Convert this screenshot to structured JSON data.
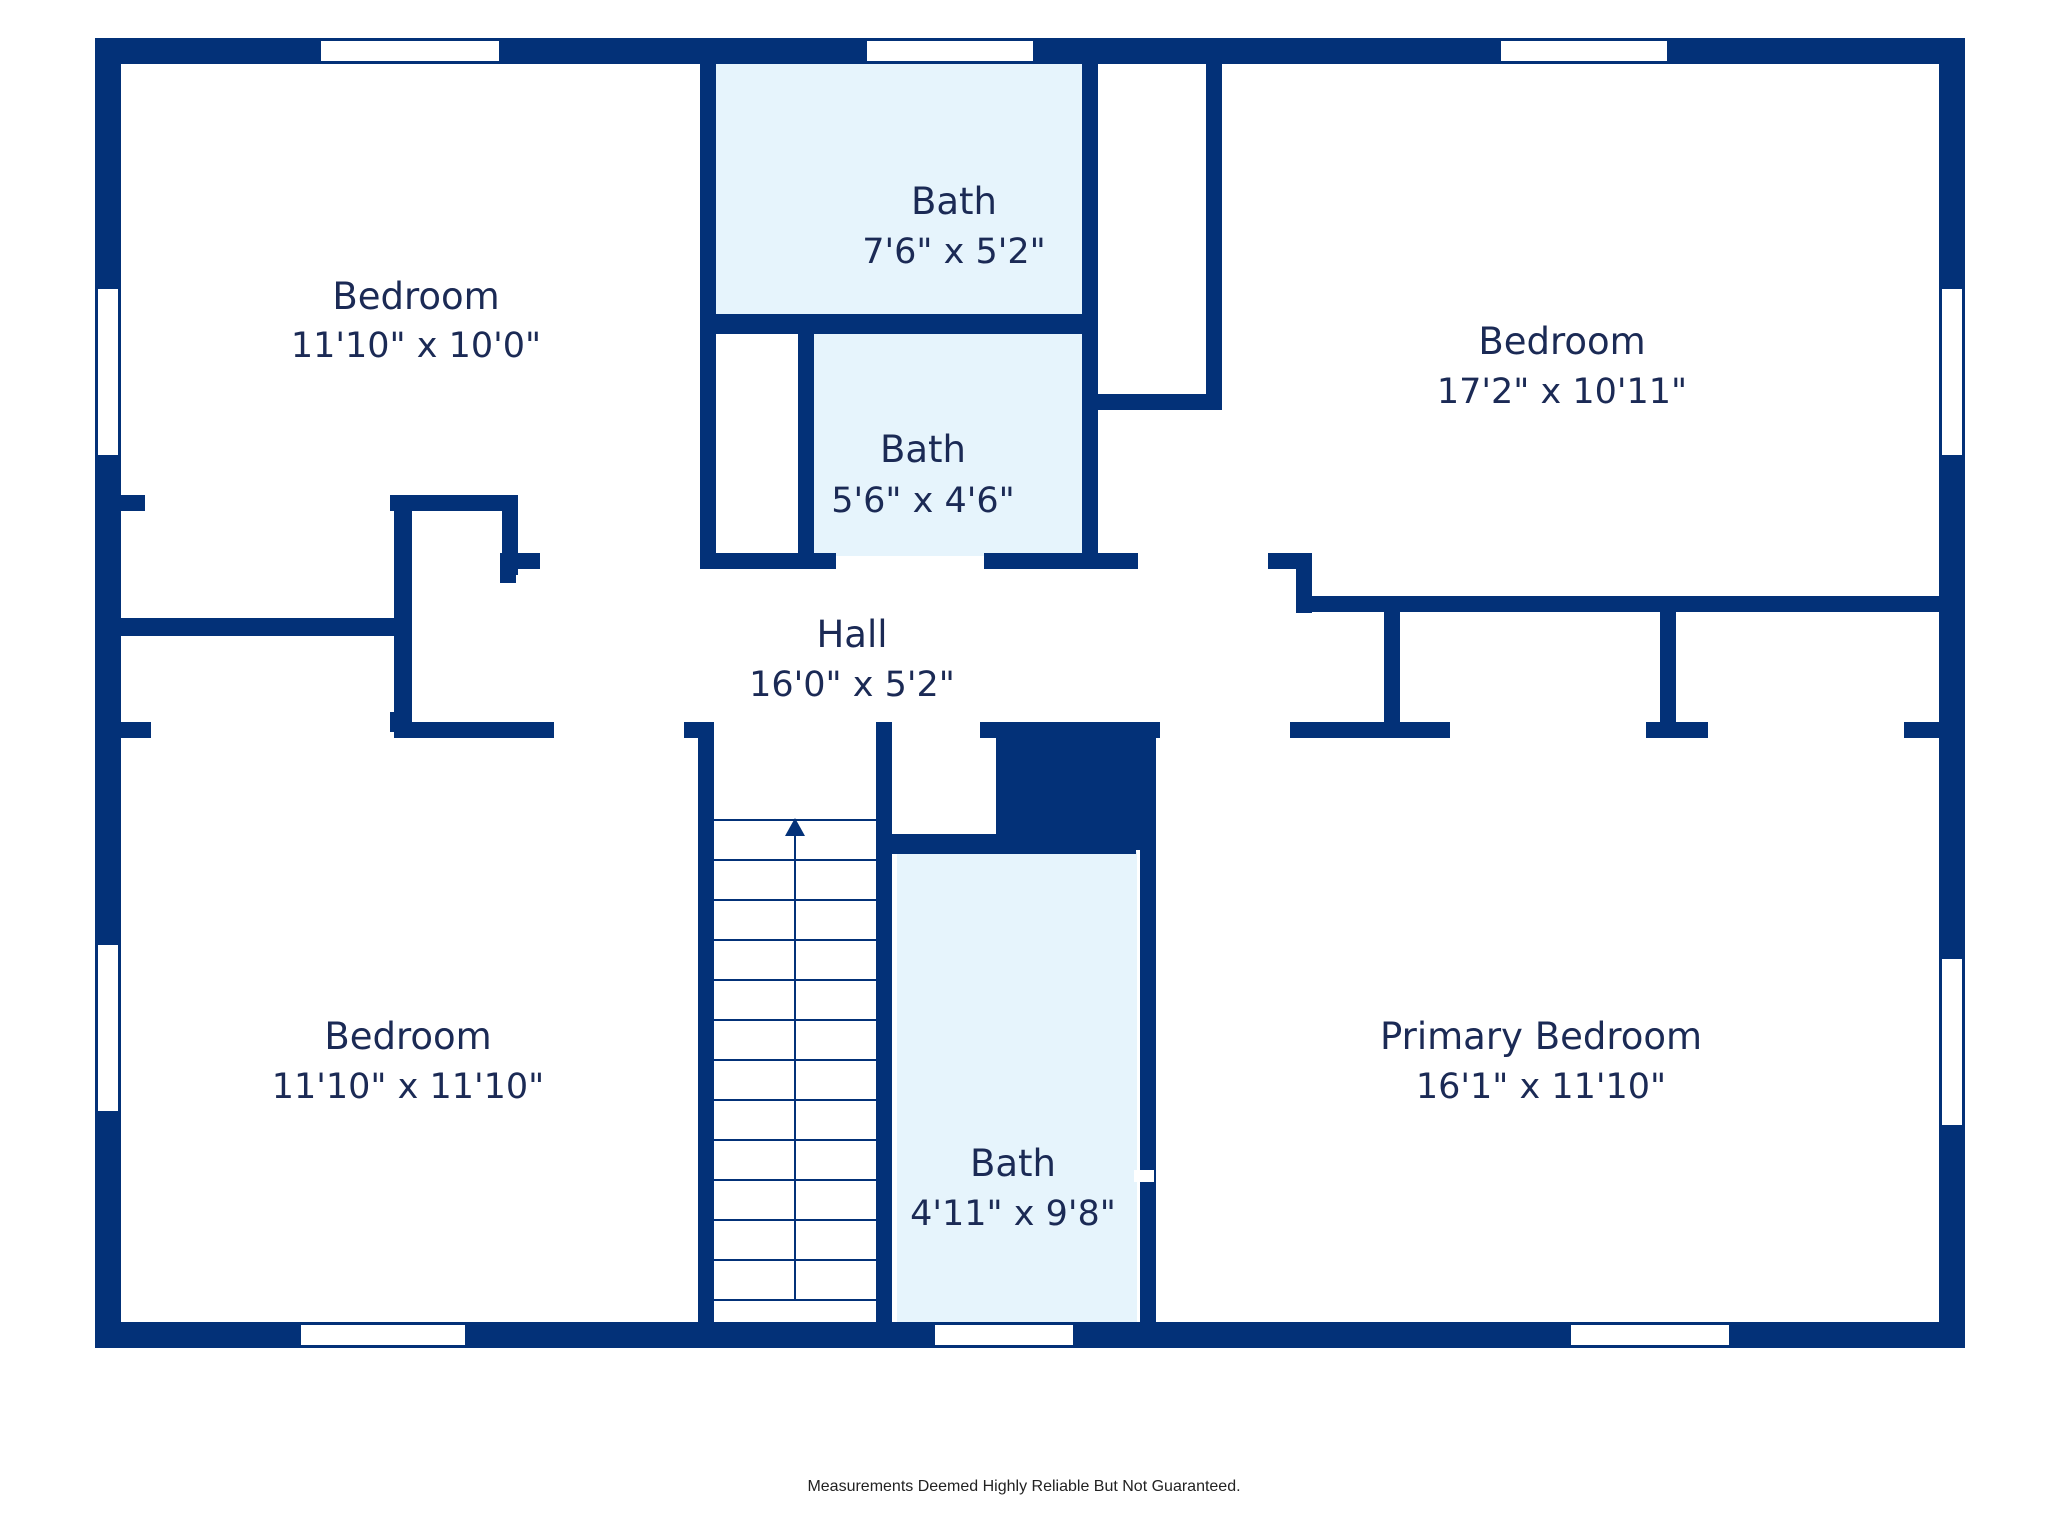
{
  "colors": {
    "wall": "#033178",
    "bath_fill": "#e6f4fc",
    "floor": "#ffffff",
    "text": "#1b2a55"
  },
  "rooms": {
    "bedroom_nw": {
      "name": "Bedroom",
      "dims": "11'10\" x 10'0\""
    },
    "bath_top": {
      "name": "Bath",
      "dims": "7'6\" x 5'2\""
    },
    "bath_mid": {
      "name": "Bath",
      "dims": "5'6\" x 4'6\""
    },
    "bedroom_ne": {
      "name": "Bedroom",
      "dims": "17'2\" x 10'11\""
    },
    "hall": {
      "name": "Hall",
      "dims": "16'0\" x 5'2\""
    },
    "bedroom_sw": {
      "name": "Bedroom",
      "dims": "11'10\" x 11'10\""
    },
    "bath_bottom": {
      "name": "Bath",
      "dims": "4'11\" x 9'8\""
    },
    "primary_bedroom": {
      "name": "Primary Bedroom",
      "dims": "16'1\" x 11'10\""
    }
  },
  "disclaimer": "Measurements Deemed Highly Reliable But Not Guaranteed."
}
